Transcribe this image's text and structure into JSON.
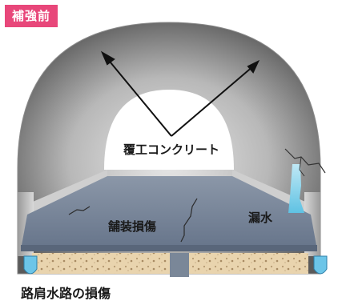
{
  "badge": "補強前",
  "labels": {
    "lining": "覆工コンクリート",
    "pavement": "舗装損傷",
    "leak": "漏水",
    "gutter": "路肩水路の損傷"
  },
  "colors": {
    "badge_bg": "#e8477a",
    "lining_dark": "#6e6e6e",
    "pavement": "#6e7e94",
    "water": "#7fd0ea",
    "sand": "#e6cfa8"
  }
}
